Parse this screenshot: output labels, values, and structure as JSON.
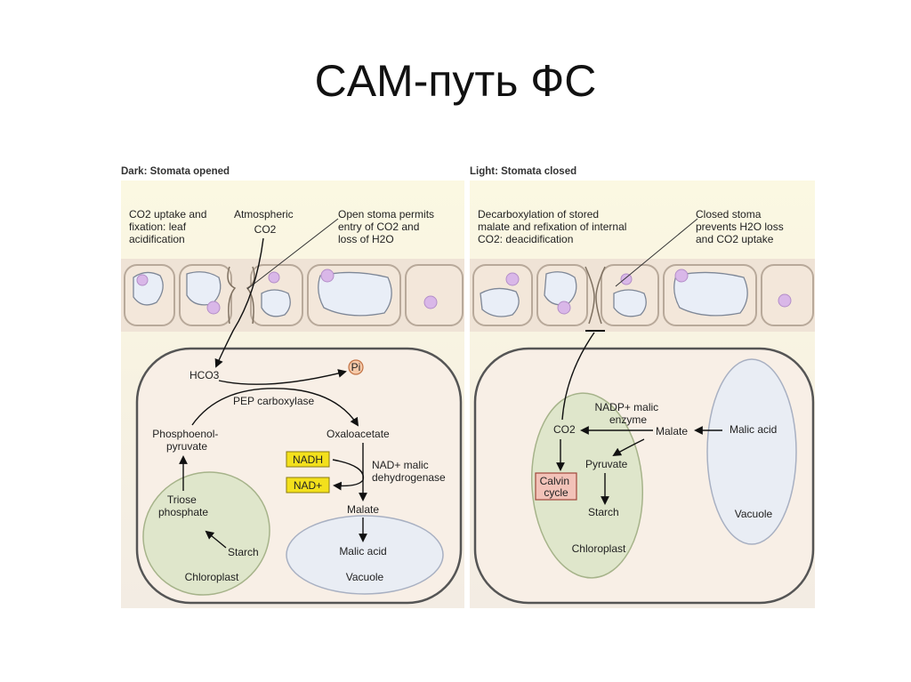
{
  "title": "CAM-путь ФС",
  "dark": {
    "header": "Dark: Stomata opened",
    "note1": [
      "CO2 uptake and",
      "fixation: leaf",
      "acidification"
    ],
    "atmospheric": [
      "Atmospheric",
      "CO2"
    ],
    "note2": [
      "Open stoma permits",
      "entry of CO2 and",
      "loss of H2O"
    ],
    "hco3": "HCO3",
    "pi": "Pi",
    "pep_carboxylase": "PEP carboxylase",
    "oxaloacetate": "Oxaloacetate",
    "phosphoenol": [
      "Phosphoenol-",
      "pyruvate"
    ],
    "nadh": "NADH",
    "nad": "NAD+",
    "nad_malic": [
      "NAD+ malic",
      "dehydrogenase"
    ],
    "malate": "Malate",
    "triose": [
      "Triose",
      "phosphate"
    ],
    "starch": "Starch",
    "chloroplast": "Chloroplast",
    "malic_acid": "Malic acid",
    "vacuole": "Vacuole"
  },
  "light": {
    "header": "Light: Stomata closed",
    "note1": [
      "Decarboxylation of stored",
      "malate and refixation of internal",
      "CO2: deacidification"
    ],
    "note2": [
      "Closed stoma",
      "prevents H2O loss",
      "and CO2 uptake"
    ],
    "nadp_malic": [
      "NADP+ malic",
      "enzyme"
    ],
    "co2": "CO2",
    "malate": "Malate",
    "malic_acid": "Malic acid",
    "pyruvate": "Pyruvate",
    "calvin": [
      "Calvin",
      "cycle"
    ],
    "starch": "Starch",
    "chloroplast": "Chloroplast",
    "vacuole": "Vacuole"
  },
  "colors": {
    "panel_top": "#faf6dc",
    "panel_bottom": "#f5efe0",
    "cell_fill": "#f8efe6",
    "cell_wall": "#555555",
    "chloroplast": "#dfe6cb",
    "vacuole": "#e9edf4",
    "nadh_box": "#f3e01c",
    "calvin_box": "#f2c2b8",
    "pi_circle": "#f6c9a8"
  }
}
